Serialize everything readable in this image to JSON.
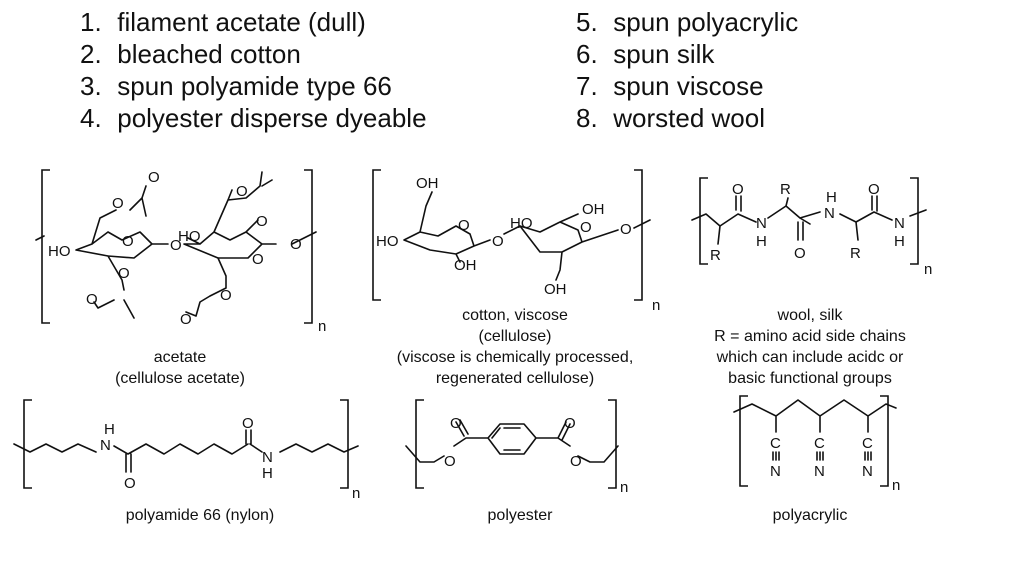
{
  "fiber_list_left": [
    {
      "num": "1.",
      "label": "filament acetate (dull)"
    },
    {
      "num": "2.",
      "label": "bleached cotton"
    },
    {
      "num": "3.",
      "label": "spun polyamide type 66"
    },
    {
      "num": "4.",
      "label": "polyester disperse dyeable"
    }
  ],
  "fiber_list_right": [
    {
      "num": "5.",
      "label": "spun polyacrylic"
    },
    {
      "num": "6.",
      "label": "spun silk"
    },
    {
      "num": "7.",
      "label": "spun viscose"
    },
    {
      "num": "8.",
      "label": "worsted wool"
    }
  ],
  "structures": {
    "acetate": {
      "atoms": {
        "ho1": "HO",
        "ho2": "HO",
        "o_link": "O",
        "o_end": "O",
        "o_ring1": "O",
        "o_ring2": "O",
        "o_top1": "O",
        "o_top1b": "O",
        "o_top2": "O",
        "o_top2b": "O",
        "o_bot1": "O",
        "o_bot1b": "O",
        "o_bot2": "O",
        "o_bot2b": "O"
      },
      "subscript": "n",
      "caption": [
        "acetate",
        "(cellulose acetate)"
      ]
    },
    "cellulose": {
      "atoms": {
        "oh_top": "OH",
        "ho_left": "HO",
        "ho_mid": "HO",
        "oh_right": "OH",
        "oh_bot1": "OH",
        "oh_bot2": "OH",
        "o_ring1": "O",
        "o_ring2": "O",
        "o_link": "O",
        "o_end": "O"
      },
      "subscript": "n",
      "caption": [
        "cotton, viscose",
        "(cellulose)",
        "(viscose is chemically processed,",
        "regenerated cellulose)"
      ]
    },
    "protein": {
      "atoms": {
        "o1": "O",
        "r1": "R",
        "h_top": "H",
        "n_top": "N",
        "o3": "O",
        "n1": "N",
        "h1": "H",
        "o2": "O",
        "r2": "R",
        "r3": "R",
        "n3": "N",
        "h3": "H"
      },
      "subscript": "n",
      "caption": [
        "wool, silk",
        "R = amino acid side chains",
        "which can include acidc or",
        "basic functional groups"
      ]
    },
    "nylon": {
      "atoms": {
        "h1": "H",
        "n1": "N",
        "o1": "O",
        "o2": "O",
        "n2": "N",
        "h2": "H"
      },
      "subscript": "n",
      "caption": [
        "polyamide 66 (nylon)"
      ]
    },
    "polyester": {
      "atoms": {
        "o_c1": "O",
        "o_e1": "O",
        "o_c2": "O",
        "o_e2": "O"
      },
      "subscript": "n",
      "caption": [
        "polyester"
      ]
    },
    "polyacrylic": {
      "atoms": {
        "c1": "C",
        "n1": "N",
        "c2": "C",
        "n2": "N",
        "c3": "C",
        "n3": "N"
      },
      "subscript": "n",
      "caption": [
        "polyacrylic"
      ]
    }
  }
}
